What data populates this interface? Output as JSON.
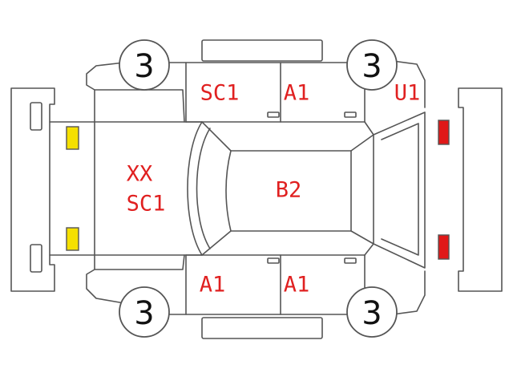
{
  "colors": {
    "outline": "#555555",
    "damage_text": "#e02020",
    "wheel_text": "#111111",
    "front_light": "#f5e000",
    "rear_light": "#e01818"
  },
  "wheels": {
    "front_left": "3",
    "rear_left": "3",
    "front_right": "3",
    "rear_right": "3"
  },
  "markings": {
    "front_body_line1": "XX",
    "front_body_line2": "SC1",
    "roof": "B2",
    "top_front_door": "SC1",
    "top_rear_door": "A1",
    "top_rear_corner": "U1",
    "bottom_front_door": "A1",
    "bottom_rear_door": "A1"
  },
  "icons": {
    "front_lamps": "amber-lamp",
    "rear_lamps": "red-lamp"
  }
}
